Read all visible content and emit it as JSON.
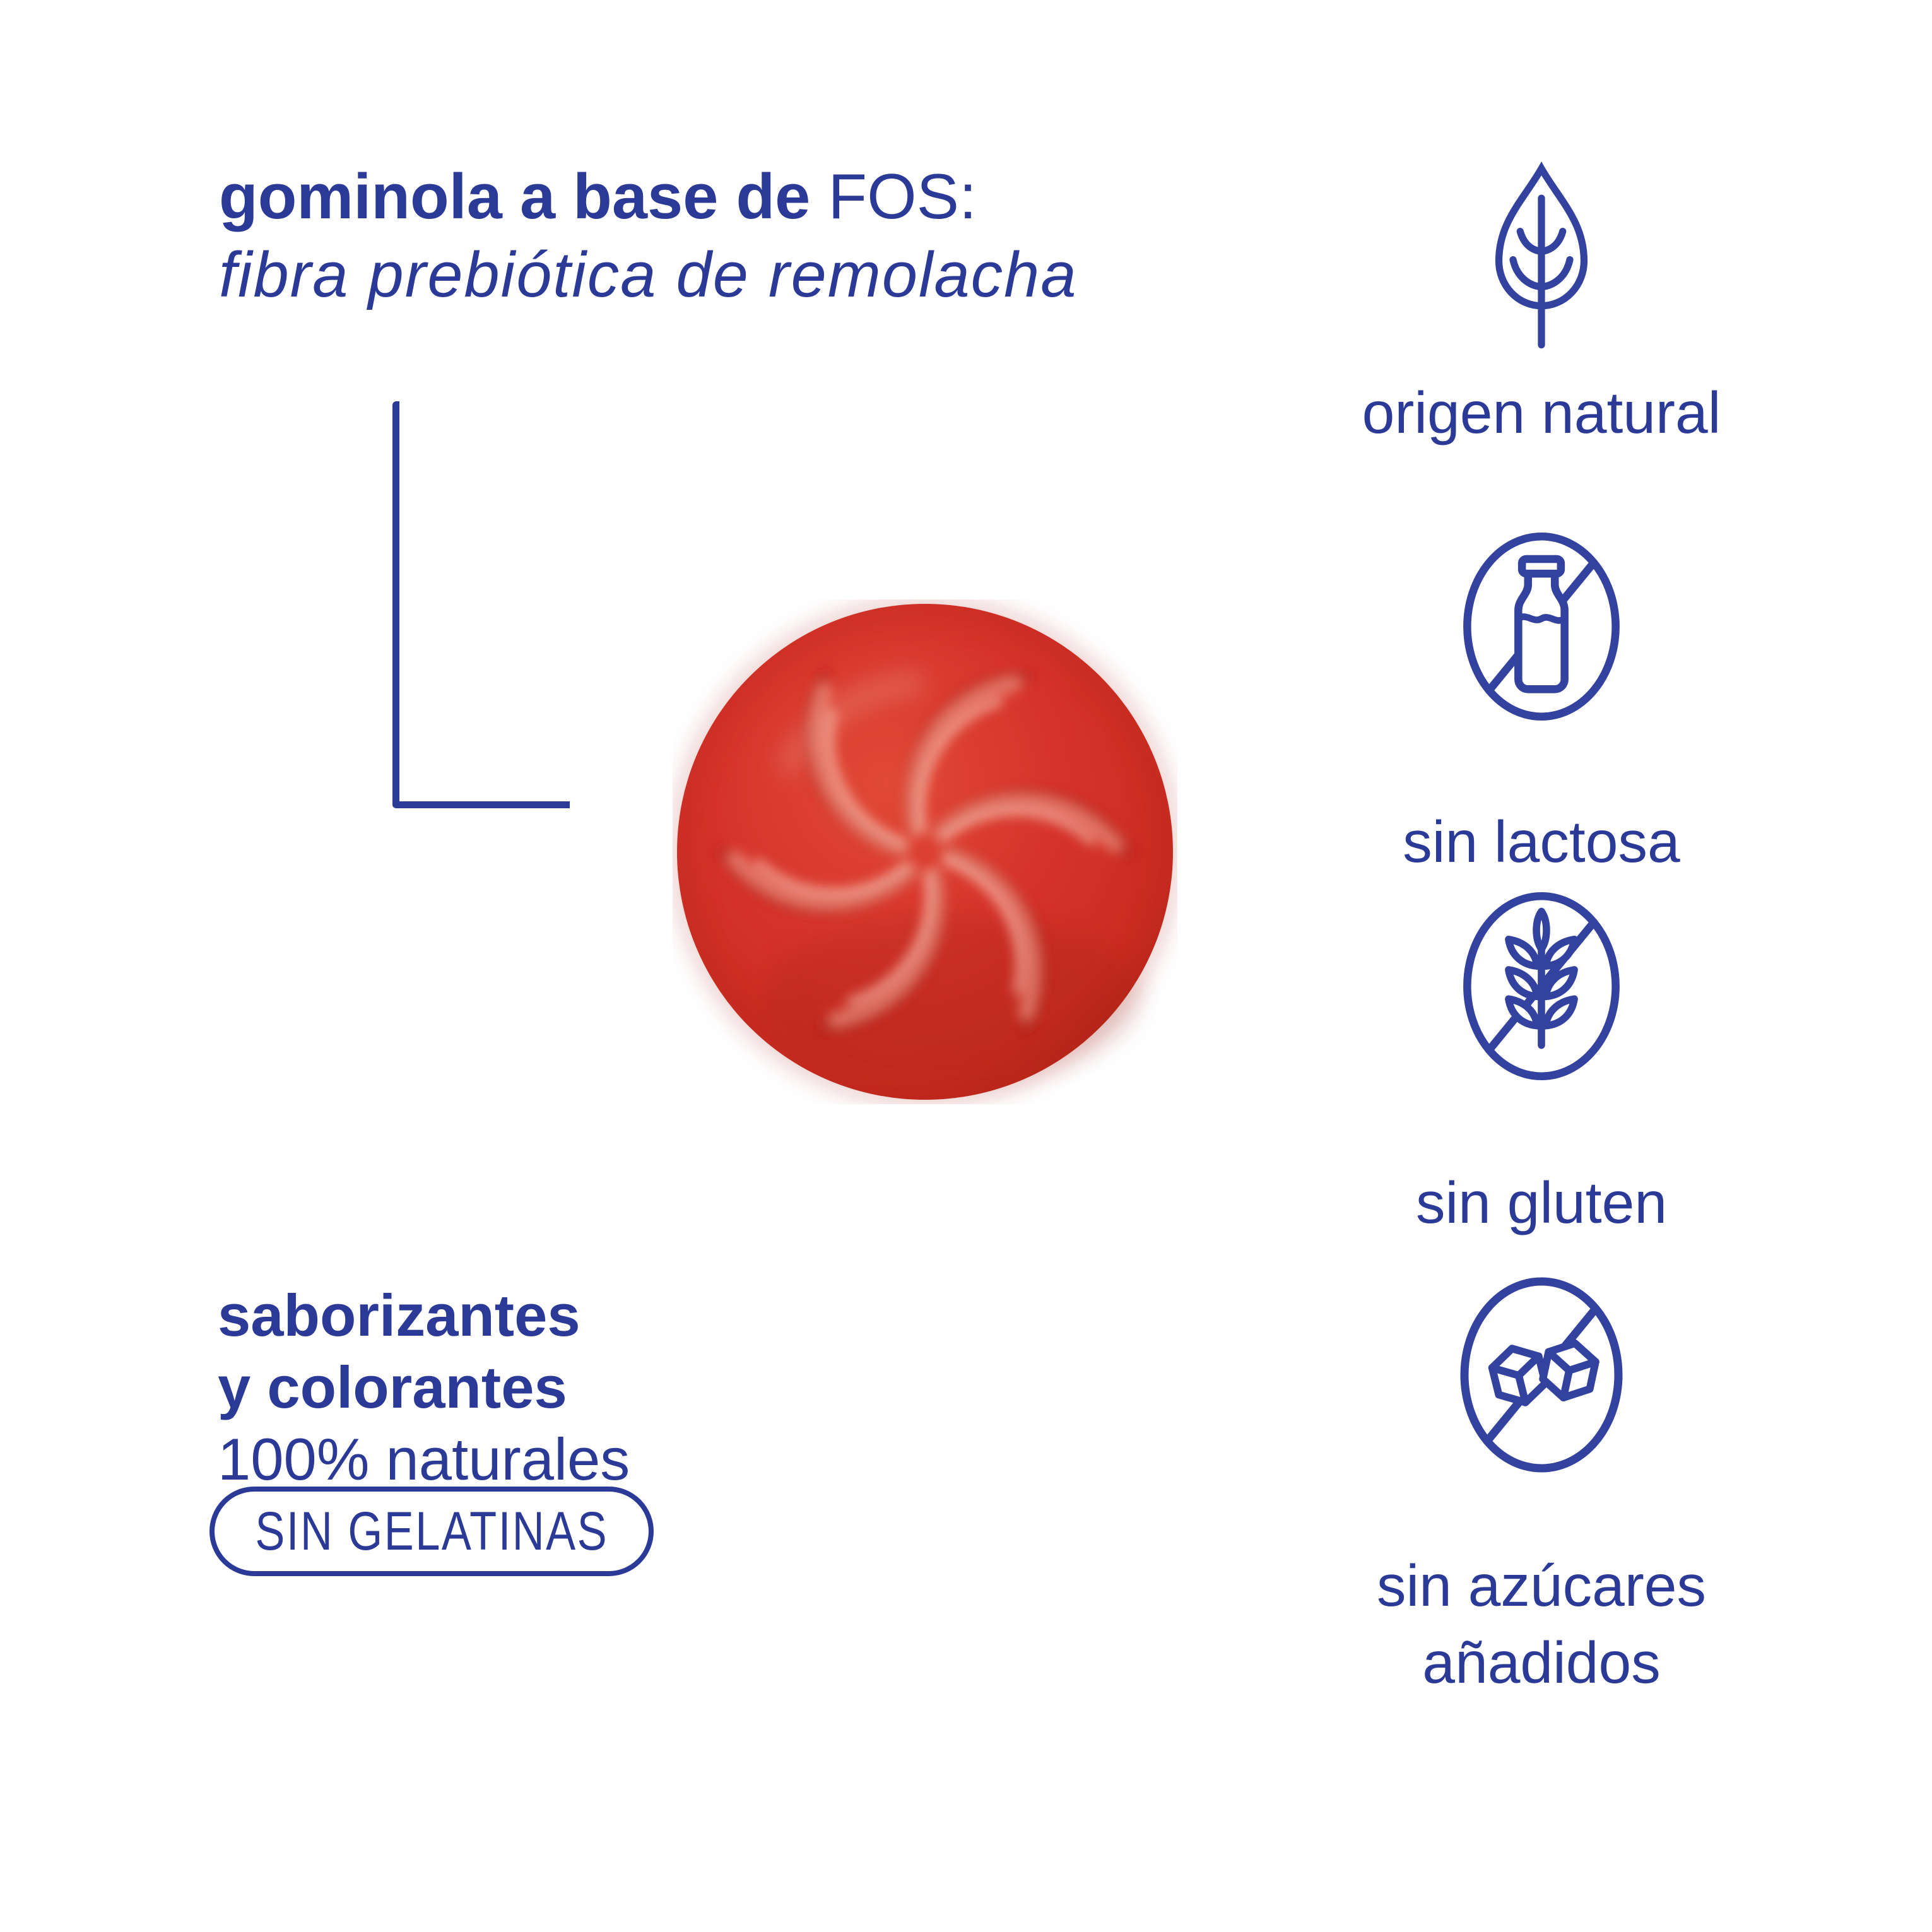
{
  "colors": {
    "accent_blue": "#2b3a96",
    "gummy_red": "#d5332a",
    "background": "#ffffff"
  },
  "title": {
    "bold": "gominola a base de ",
    "acronym": "FOS:",
    "subtitle": "fibra prebiótica de remolacha"
  },
  "benefits": [
    {
      "icon": "leaf-icon",
      "label": "origen natural"
    },
    {
      "icon": "no-lactose-icon",
      "label": "sin lactosa"
    },
    {
      "icon": "no-gluten-icon",
      "label": "sin gluten"
    },
    {
      "icon": "no-added-sugar-icon",
      "label": "sin azúcares añadidos"
    }
  ],
  "note": {
    "line1": "saborizantes",
    "line2": "y colorantes",
    "line3": "100% naturales"
  },
  "badge": {
    "label": "SIN GELATINAS"
  }
}
